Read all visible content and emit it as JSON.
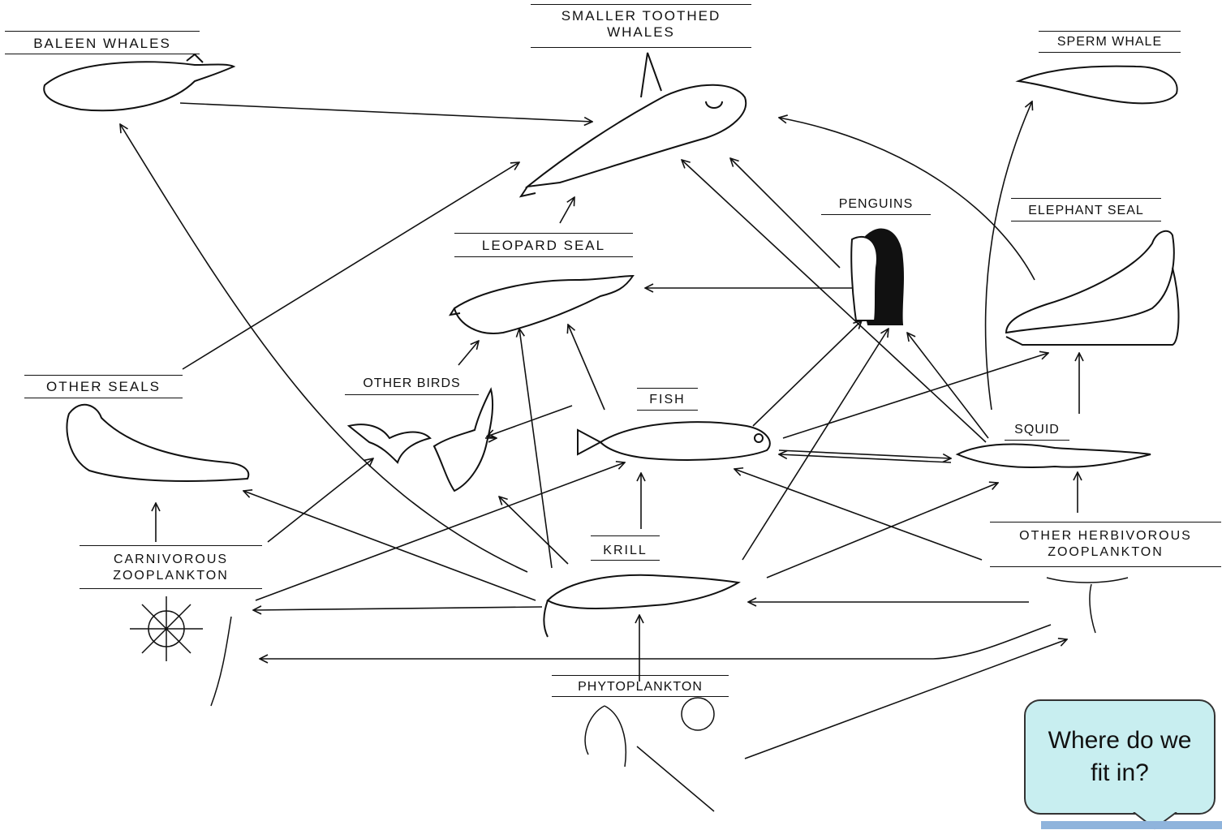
{
  "labels": {
    "smaller_toothed_whales": "SMALLER TOOTHED WHALES",
    "baleen_whales": "BALEEN WHALES",
    "sperm_whale": "SPERM WHALE",
    "penguins": "PENGUINS",
    "elephant_seal": "ELEPHANT SEAL",
    "leopard_seal": "LEOPARD SEAL",
    "other_seals": "OTHER SEALS",
    "other_birds": "OTHER BIRDS",
    "fish": "FISH",
    "squid": "SQUID",
    "carnivorous_zooplankton": "CARNIVOROUS ZOOPLANKTON",
    "krill": "KRILL",
    "other_herbivorous_zooplankton": "OTHER HERBIVOROUS ZOOPLANKTON",
    "phytoplankton": "PHYTOPLANKTON"
  },
  "callout": {
    "text": "Where do we fit in?"
  }
}
